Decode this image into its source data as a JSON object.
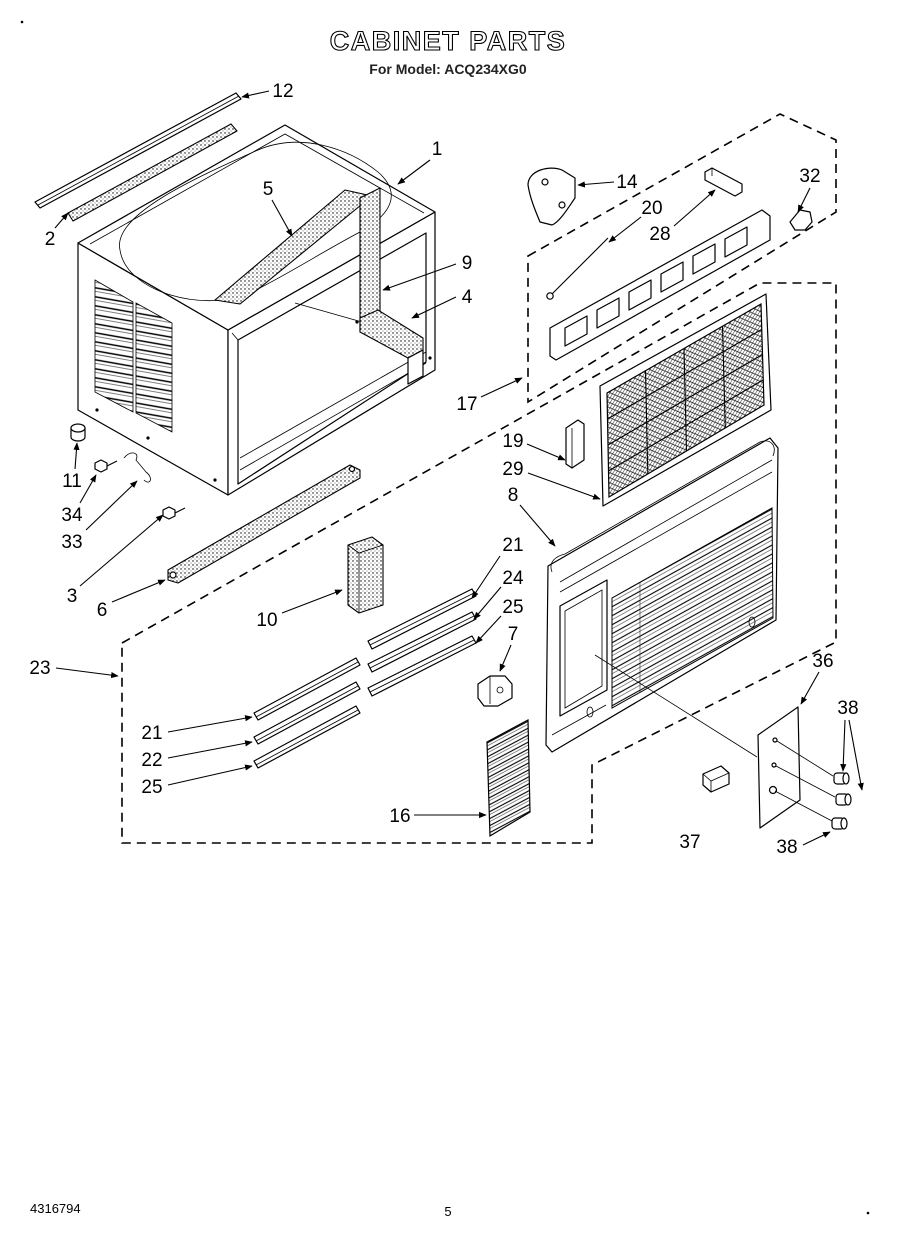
{
  "title": "CABINET PARTS",
  "subtitle": "For Model: ACQ234XG0",
  "callouts": [
    "12",
    "1",
    "5",
    "2",
    "9",
    "4",
    "11",
    "34",
    "33",
    "3",
    "6",
    "10",
    "14",
    "32",
    "20",
    "28",
    "17",
    "19",
    "29",
    "8",
    "21",
    "24",
    "25",
    "7",
    "23",
    "36",
    "38",
    "21",
    "22",
    "25",
    "16",
    "37",
    "38"
  ],
  "footer": {
    "doc_number": "4316794",
    "page_number": "5"
  }
}
